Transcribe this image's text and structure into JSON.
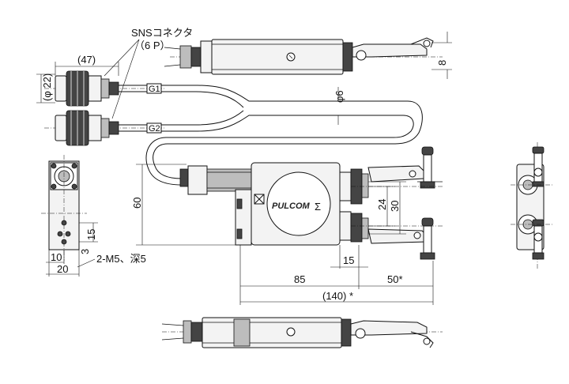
{
  "labels": {
    "connector_name": "SNSコネクタ",
    "connector_pins": "（6 P）",
    "dim_47": "(47)",
    "dim_phi22": "(φ 22)",
    "cable_g1": "G1",
    "cable_g2": "G2",
    "dim_phi6": "φ6",
    "dim_8": "8",
    "dim_60": "60",
    "dim_24": "24",
    "dim_30": "30",
    "dim_15_side": "15",
    "dim_15_bottom": "15",
    "dim_10": "10",
    "dim_20": "20",
    "dim_3": "3",
    "dim_85": "85",
    "dim_50": "50*",
    "dim_140": "(140) *",
    "thread_note": "2-M5、深5",
    "brand_logo": "PULCOM",
    "brand_sigma": "Σ"
  }
}
